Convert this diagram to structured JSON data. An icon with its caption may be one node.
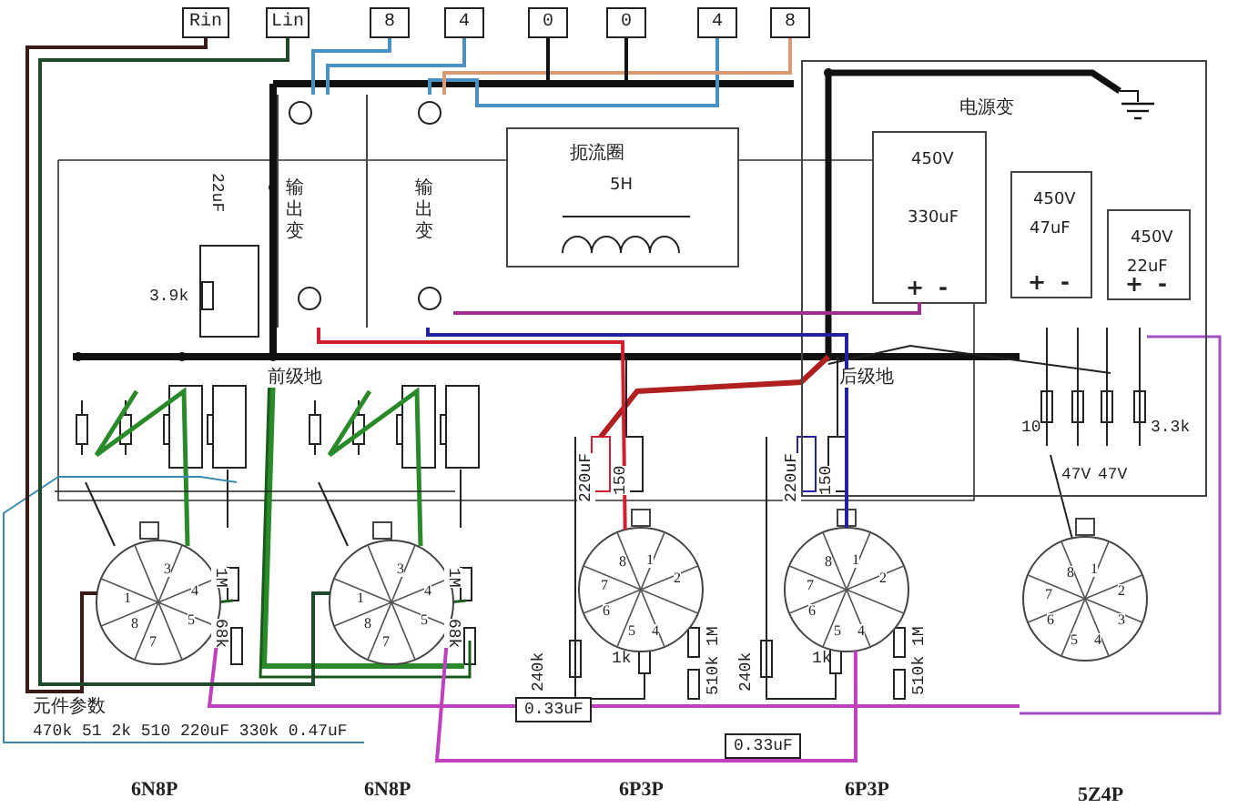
{
  "diagram": {
    "nodes": [
      {
        "text": [
          "Rin"
        ]
      },
      {
        "text": [
          "Lin"
        ]
      },
      {
        "text": [
          "8"
        ]
      },
      {
        "text": [
          "4"
        ]
      },
      {
        "text": [
          "0"
        ]
      },
      {
        "text": [
          "0"
        ]
      },
      {
        "text": [
          "4"
        ]
      },
      {
        "text": [
          "8"
        ]
      },
      {
        "text": [
          "输出变"
        ]
      },
      {
        "text": [
          "输出变"
        ]
      },
      {
        "text": [
          "扼流圈",
          "5H"
        ]
      },
      {
        "text": [
          "电源变"
        ]
      },
      {
        "text": [
          "450V",
          "330uF",
          "+",
          "-"
        ],
        "in": 11
      },
      {
        "text": [
          "450V",
          "47uF",
          "+",
          "-"
        ],
        "in": 11
      },
      {
        "text": [
          "450V",
          "22uF",
          "+",
          "-"
        ],
        "in": 11
      },
      {
        "text": [
          "1",
          "3",
          "4",
          "5",
          "8",
          "7"
        ]
      },
      {
        "text": [
          "1",
          "3",
          "4",
          "5",
          "8",
          "7"
        ]
      },
      {
        "text": [
          "8",
          "1",
          "2",
          "7",
          "6",
          "5",
          "4"
        ]
      },
      {
        "text": [
          "8",
          "1",
          "2",
          "7",
          "6",
          "5",
          "4"
        ]
      },
      {
        "text": [
          "8",
          "1",
          "2",
          "7",
          "3",
          "6",
          "5",
          "4"
        ]
      },
      {
        "text": [],
        "shape": "bar"
      }
    ],
    "edges": [
      {
        "from": 0,
        "to": 15,
        "arrow": "none",
        "color": "#3a1a14"
      },
      {
        "from": 1,
        "to": 16,
        "arrow": "none",
        "color": "#1f4a2a"
      },
      {
        "from": 2,
        "to": 8,
        "arrow": "none",
        "color": "#4a90c0"
      },
      {
        "from": 3,
        "to": 8,
        "arrow": "none",
        "color": "#4a90c0"
      },
      {
        "from": 6,
        "to": 9,
        "arrow": "none",
        "color": "#4a90c0"
      },
      {
        "from": 7,
        "to": 9,
        "arrow": "none",
        "color": "#d89a70"
      },
      {
        "from": 8,
        "to": 17,
        "arrow": "none",
        "color": "#d02030"
      },
      {
        "from": 9,
        "to": 18,
        "arrow": "none",
        "color": "#2020a0"
      },
      {
        "from": 9,
        "to": 12,
        "arrow": "none",
        "color": "#a03090"
      },
      {
        "from": 4,
        "to": 20,
        "arrow": "none",
        "color": "#111111"
      },
      {
        "from": 5,
        "to": 20,
        "arrow": "none",
        "color": "#111111"
      },
      {
        "from": 16,
        "to": 18,
        "arrow": "none",
        "color": "#c040c0"
      }
    ],
    "labels": [
      "22uF",
      "3.9k",
      "前级地",
      "后级地",
      "1M",
      "68k",
      "1M",
      "68k",
      "220uF",
      "150",
      "220uF",
      "150",
      "240k",
      "1k",
      "510k 1M",
      "240k",
      "1k",
      "510k 1M",
      "0.33uF",
      "0.33uF",
      "10",
      "3.3k",
      "47V",
      "47V",
      "元件参数",
      "470k 51 2k 510 220uF 330k 0.47uF",
      "6N8P",
      "6N8P",
      "6P3P",
      "6P3P",
      "5Z4P"
    ]
  }
}
